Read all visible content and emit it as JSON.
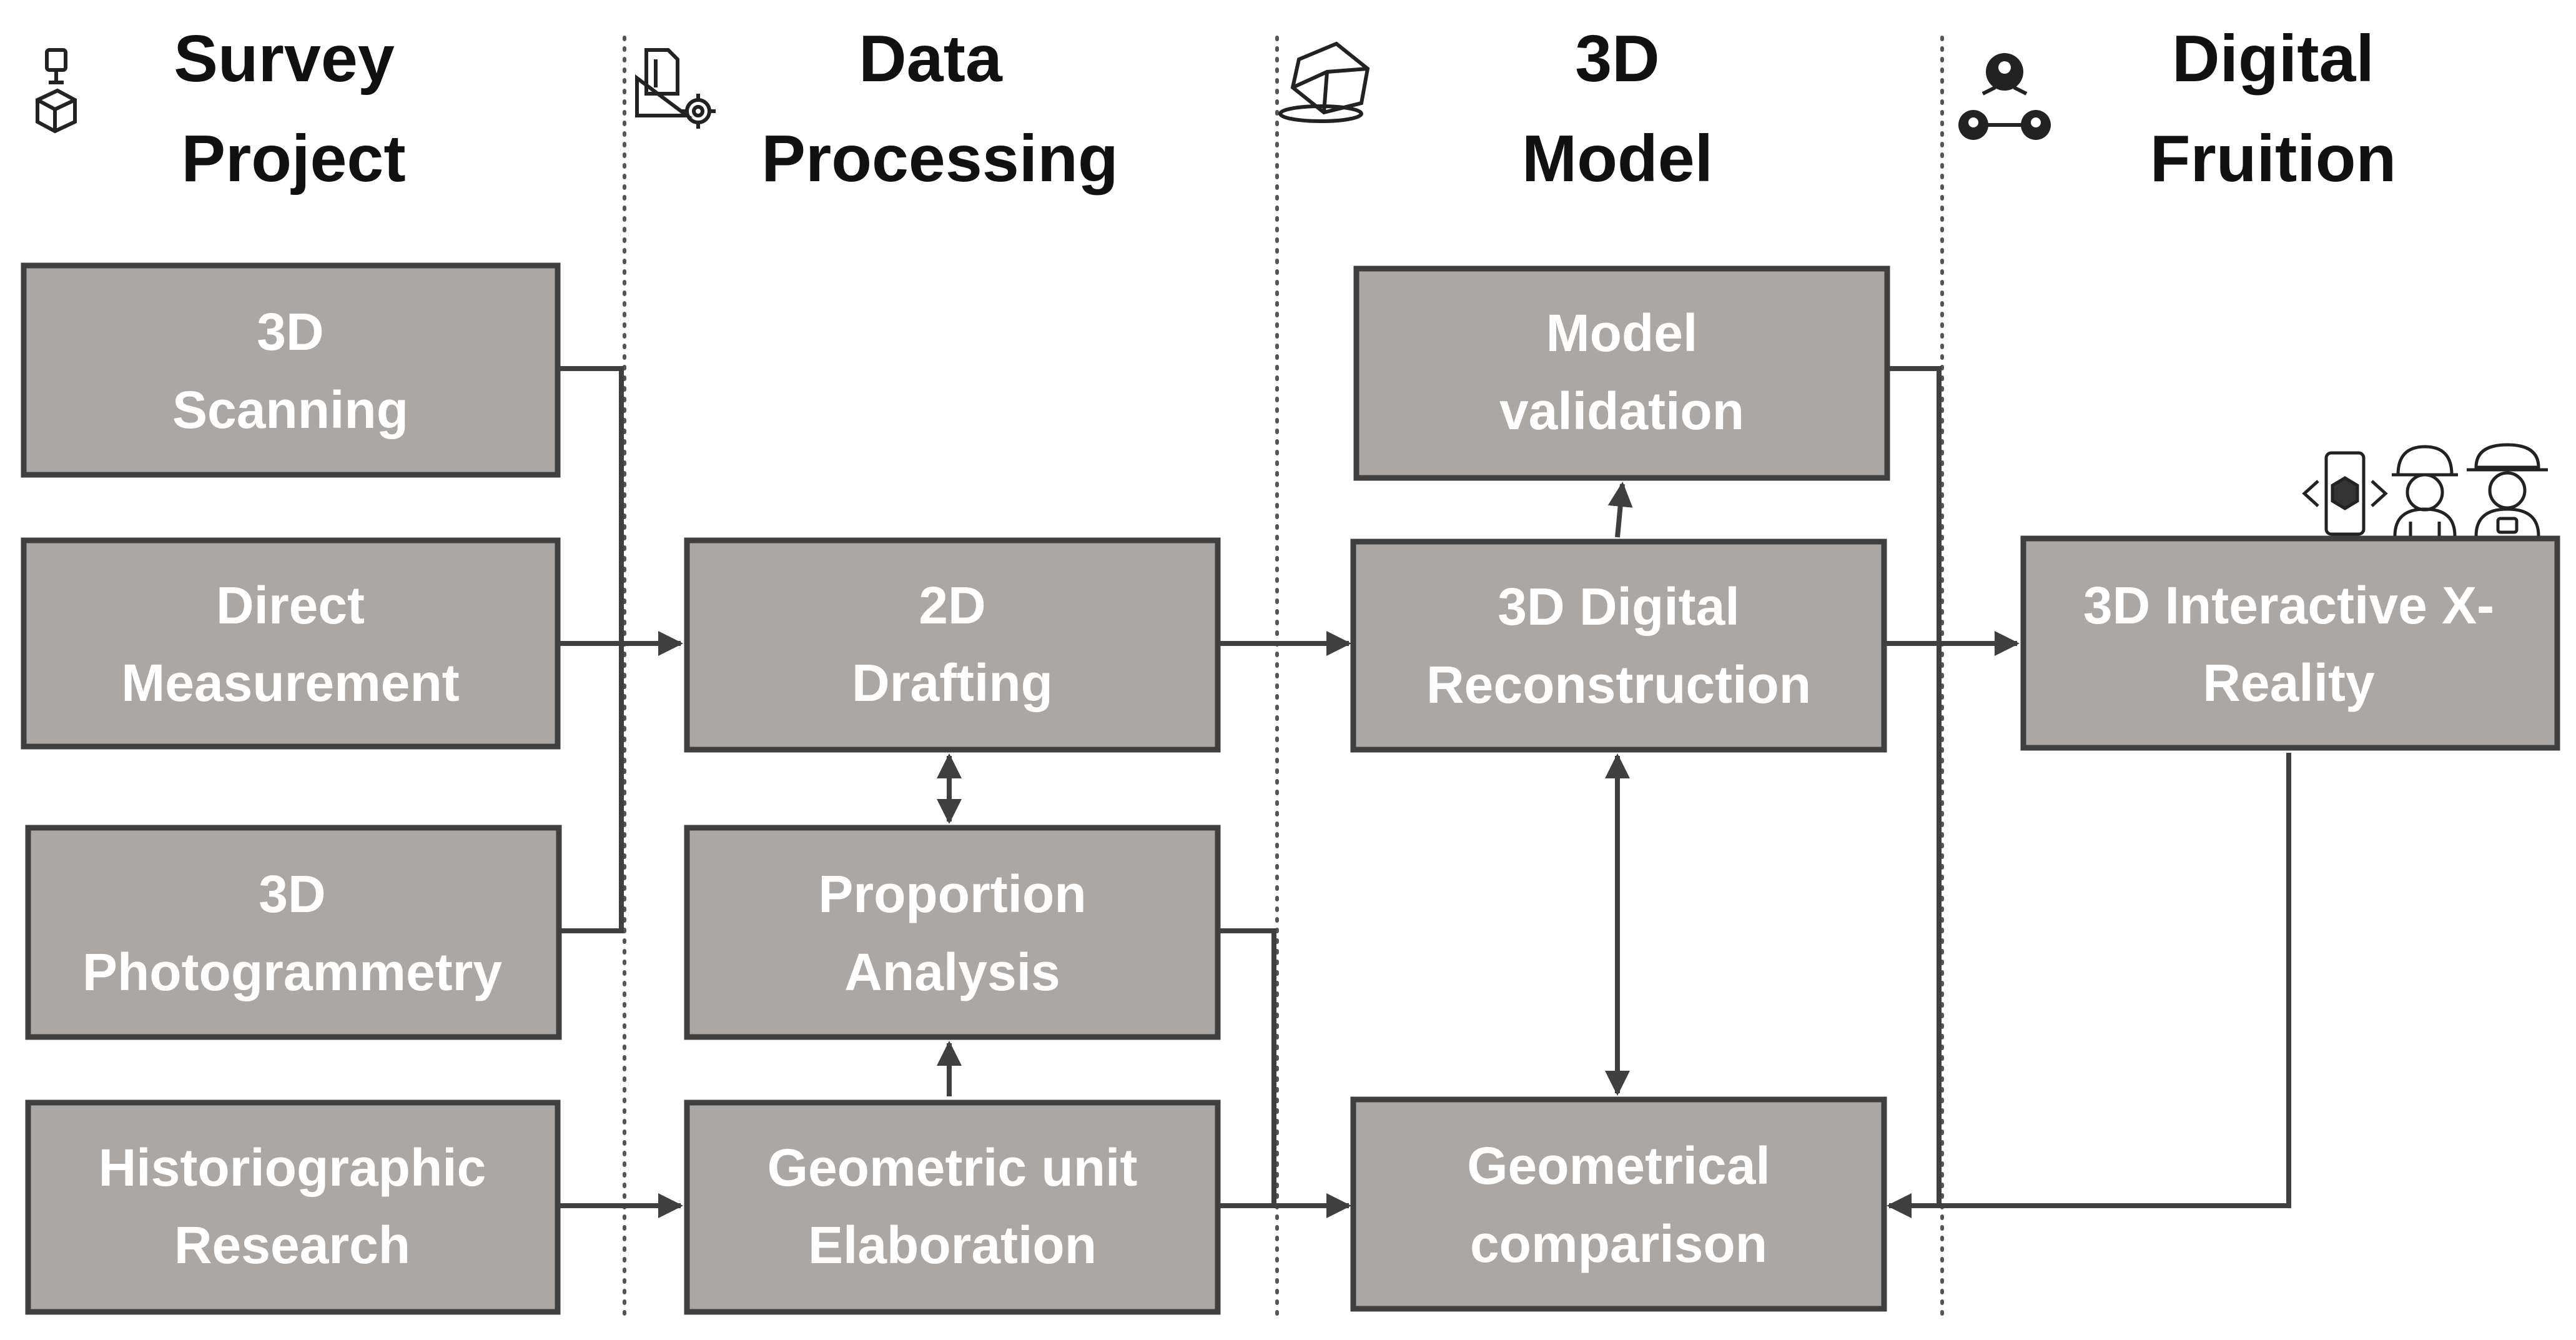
{
  "colors": {
    "box_fill": "#aba7a4",
    "box_border": "#3f3f3f",
    "connector": "#3f3f3f",
    "divider": "#555555",
    "heading": "#111111",
    "box_text": "#ffffff"
  },
  "headers": [
    {
      "line1": "Survey",
      "line2": "Project",
      "icon": "scanner-cube-icon"
    },
    {
      "line1": "Data",
      "line2": "Processing",
      "icon": "drafting-tools-gear-icon"
    },
    {
      "line1": "3D",
      "line2": "Model",
      "icon": "3d-cube-icon"
    },
    {
      "line1": "Digital",
      "line2": "Fruition",
      "icon": "user-network-icon"
    }
  ],
  "boxes": {
    "scanning": {
      "line1": "3D",
      "line2": "Scanning"
    },
    "direct_measurement": {
      "line1": "Direct",
      "line2": "Measurement"
    },
    "photogrammetry": {
      "line1": "3D",
      "line2": "Photogrammetry"
    },
    "historiographic": {
      "line1": "Historiographic",
      "line2": "Research"
    },
    "drafting": {
      "line1": "2D",
      "line2": "Drafting"
    },
    "proportion": {
      "line1": "Proportion",
      "line2": "Analysis"
    },
    "geometric_unit": {
      "line1": "Geometric unit",
      "line2": "Elaboration"
    },
    "model_validation": {
      "line1": "Model",
      "line2": "validation"
    },
    "reconstruction": {
      "line1": "3D Digital",
      "line2": "Reconstruction"
    },
    "geometrical_comparison": {
      "line1": "Geometrical",
      "line2": "comparison"
    },
    "xreality": {
      "line1": "3D Interactive X-",
      "line2": "Reality"
    }
  },
  "decor_icons": [
    "ar-phone-icon",
    "engineer-icon",
    "visitor-icon"
  ]
}
